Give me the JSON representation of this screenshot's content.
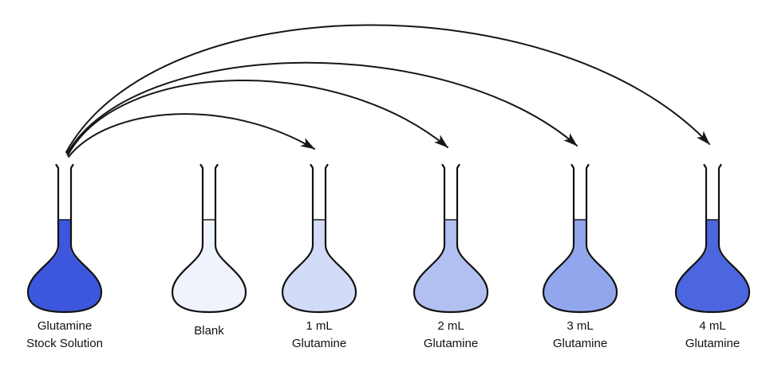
{
  "diagram": {
    "kind": "serial-dilution-diagram",
    "background_color": "#ffffff",
    "outline_color": "#111111",
    "flasks": [
      {
        "id": "stock",
        "label_line1": "Glutamine",
        "label_line2": "Stock Solution",
        "color": "#3c57de"
      },
      {
        "id": "blank",
        "label_line1": "Blank",
        "label_line2": "",
        "color": "#eff3fc"
      },
      {
        "id": "1ml",
        "label_line1": "1 mL",
        "label_line2": "Glutamine",
        "color": "#d2dbf7"
      },
      {
        "id": "2ml",
        "label_line1": "2 mL",
        "label_line2": "Glutamine",
        "color": "#b2c0f1"
      },
      {
        "id": "3ml",
        "label_line1": "3 mL",
        "label_line2": "Glutamine",
        "color": "#91a6ec"
      },
      {
        "id": "4ml",
        "label_line1": "4 mL",
        "label_line2": "Glutamine",
        "color": "#4c66e0"
      }
    ],
    "arrows": [
      {
        "from": "stock",
        "to": "1ml"
      },
      {
        "from": "stock",
        "to": "2ml"
      },
      {
        "from": "stock",
        "to": "3ml"
      },
      {
        "from": "stock",
        "to": "4ml"
      }
    ]
  }
}
